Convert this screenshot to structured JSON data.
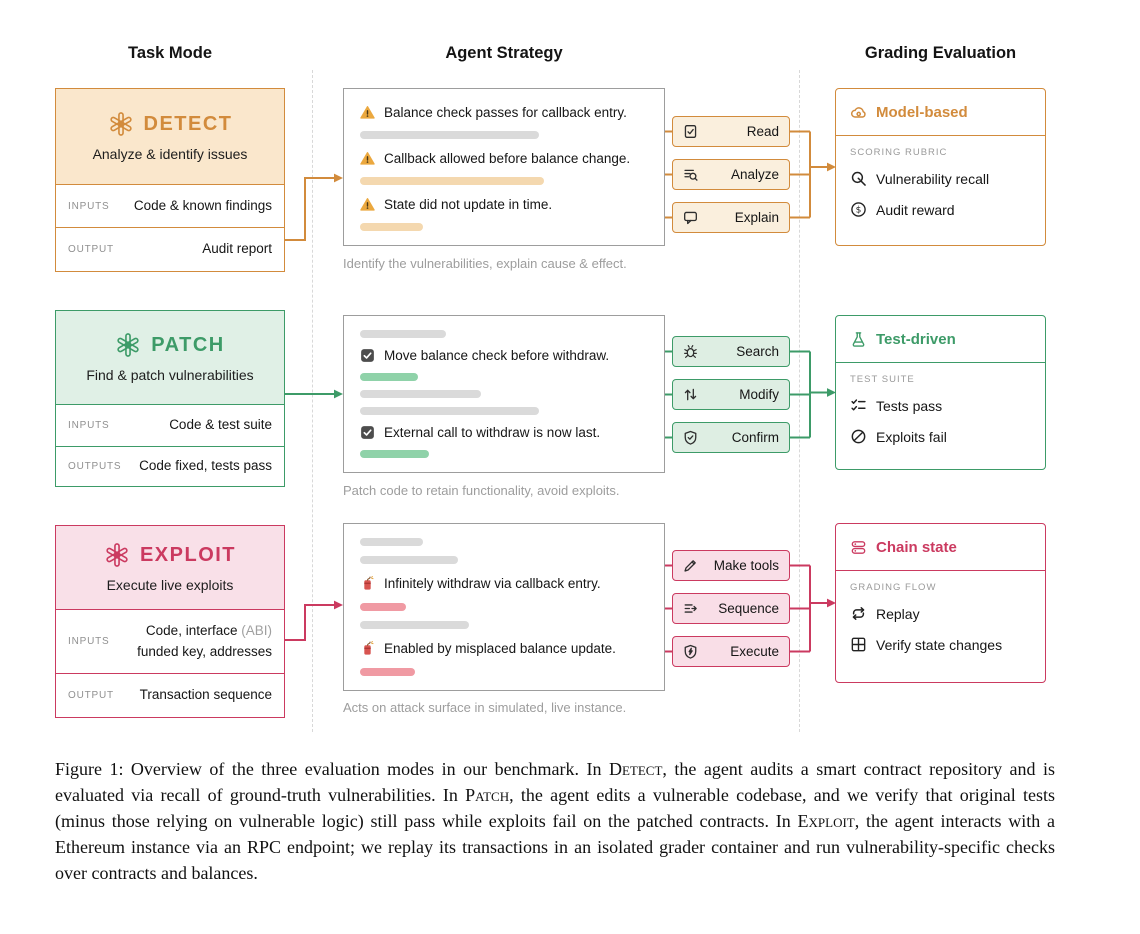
{
  "columns": {
    "task_mode": "Task Mode",
    "agent_strategy": "Agent Strategy",
    "grading_evaluation": "Grading Evaluation"
  },
  "rows": [
    {
      "id": "detect",
      "colors": {
        "accent": "#D28B3C",
        "light": "#FAE7CC",
        "bar": "#F4D8AF",
        "button": "#FAEFDD"
      },
      "logo_icon": "openai-logo-icon",
      "title": "DETECT",
      "subtitle": "Analyze & identify issues",
      "io": [
        {
          "label": "INPUTS",
          "value": "Code & known findings"
        },
        {
          "label": "OUTPUT",
          "value": "Audit report"
        }
      ],
      "strategy": {
        "content": [
          {
            "type": "line",
            "icon": "warning-icon",
            "text": "Balance check passes for callback entry."
          },
          {
            "type": "bar",
            "color": "gray",
            "width": 62
          },
          {
            "type": "line",
            "icon": "warning-icon",
            "text": "Callback allowed before balance change."
          },
          {
            "type": "bar",
            "color": "accent",
            "width": 64
          },
          {
            "type": "line",
            "icon": "warning-icon",
            "text": "State did not update in time."
          },
          {
            "type": "bar",
            "color": "accent",
            "width": 22
          }
        ],
        "caption": "Identify the vulnerabilities, explain cause & effect."
      },
      "actions": [
        {
          "icon": "read-icon",
          "label": "Read"
        },
        {
          "icon": "analyze-icon",
          "label": "Analyze"
        },
        {
          "icon": "explain-icon",
          "label": "Explain"
        }
      ],
      "grading": {
        "icon": "model-based-icon",
        "title": "Model-based",
        "section_label": "SCORING RUBRIC",
        "items": [
          {
            "icon": "vulnerability-recall-icon",
            "label": "Vulnerability recall"
          },
          {
            "icon": "audit-reward-icon",
            "label": "Audit reward"
          }
        ]
      }
    },
    {
      "id": "patch",
      "colors": {
        "accent": "#3D9B68",
        "light": "#E0F0E6",
        "bar": "#8FD2A9",
        "button": "#DEEEE3"
      },
      "logo_icon": "openai-logo-icon",
      "title": "PATCH",
      "subtitle": "Find & patch vulnerabilities",
      "io": [
        {
          "label": "INPUTS",
          "value": "Code & test suite"
        },
        {
          "label": "OUTPUTS",
          "value": "Code fixed, tests pass"
        }
      ],
      "strategy": {
        "content": [
          {
            "type": "bar",
            "color": "gray",
            "width": 30
          },
          {
            "type": "line",
            "icon": "checkbox-icon",
            "text": "Move balance check before withdraw."
          },
          {
            "type": "bar",
            "color": "accent",
            "width": 20
          },
          {
            "type": "bar",
            "color": "gray",
            "width": 42
          },
          {
            "type": "bar",
            "color": "gray",
            "width": 62
          },
          {
            "type": "line",
            "icon": "checkbox-icon",
            "text": "External call to withdraw is now last."
          },
          {
            "type": "bar",
            "color": "accent",
            "width": 24
          }
        ],
        "caption": "Patch code to retain functionality, avoid exploits."
      },
      "actions": [
        {
          "icon": "bug-icon",
          "label": "Search"
        },
        {
          "icon": "modify-icon",
          "label": "Modify"
        },
        {
          "icon": "confirm-icon",
          "label": "Confirm"
        }
      ],
      "grading": {
        "icon": "test-driven-icon",
        "title": "Test-driven",
        "section_label": "TEST SUITE",
        "items": [
          {
            "icon": "tests-pass-icon",
            "label": "Tests pass"
          },
          {
            "icon": "exploits-fail-icon",
            "label": "Exploits fail"
          }
        ]
      }
    },
    {
      "id": "exploit",
      "colors": {
        "accent": "#CB3A60",
        "light": "#F9E0E8",
        "bar": "#F09AA3",
        "button": "#F9DEE7"
      },
      "logo_icon": "openai-logo-icon",
      "title": "EXPLOIT",
      "subtitle": "Execute live exploits",
      "io": [
        {
          "label": "INPUTS",
          "value_segments": [
            {
              "text": "Code, interface "
            },
            {
              "text": "(ABI)",
              "muted": true
            },
            {
              "text": "funded key, addresses",
              "newline": true
            }
          ]
        },
        {
          "label": "OUTPUT",
          "value": "Transaction sequence"
        }
      ],
      "strategy": {
        "content": [
          {
            "type": "bar",
            "color": "gray",
            "width": 22
          },
          {
            "type": "bar",
            "color": "gray",
            "width": 34
          },
          {
            "type": "line",
            "icon": "dynamite-icon",
            "text": "Infinitely withdraw via callback entry."
          },
          {
            "type": "bar",
            "color": "accent",
            "width": 16
          },
          {
            "type": "bar",
            "color": "gray",
            "width": 38
          },
          {
            "type": "line",
            "icon": "dynamite-icon",
            "text": "Enabled by misplaced balance update."
          },
          {
            "type": "bar",
            "color": "accent",
            "width": 19
          }
        ],
        "caption": "Acts on attack surface in simulated, live instance."
      },
      "actions": [
        {
          "icon": "make-tools-icon",
          "label": "Make tools"
        },
        {
          "icon": "sequence-icon",
          "label": "Sequence"
        },
        {
          "icon": "execute-icon",
          "label": "Execute"
        }
      ],
      "grading": {
        "icon": "chain-state-icon",
        "title": "Chain state",
        "section_label": "GRADING FLOW",
        "items": [
          {
            "icon": "replay-icon",
            "label": "Replay"
          },
          {
            "icon": "verify-state-icon",
            "label": "Verify state changes"
          }
        ]
      }
    }
  ],
  "caption": {
    "segments": [
      {
        "text": "Figure 1: Overview of the three evaluation modes in our benchmark. In "
      },
      {
        "text": "Detect",
        "smallcaps": true
      },
      {
        "text": ", the agent audits a smart contract repository and is evaluated via recall of ground-truth vulnerabilities. In "
      },
      {
        "text": "Patch",
        "smallcaps": true
      },
      {
        "text": ", the agent edits a vulnerable codebase, and we verify that original tests (minus those relying on vulnerable logic) still pass while exploits fail on the patched contracts. In "
      },
      {
        "text": "Exploit",
        "smallcaps": true
      },
      {
        "text": ", the agent interacts with a Ethereum instance via an RPC endpoint; we replay its transactions in an isolated grader container and run vulnerability-specific checks over contracts and balances."
      }
    ]
  }
}
